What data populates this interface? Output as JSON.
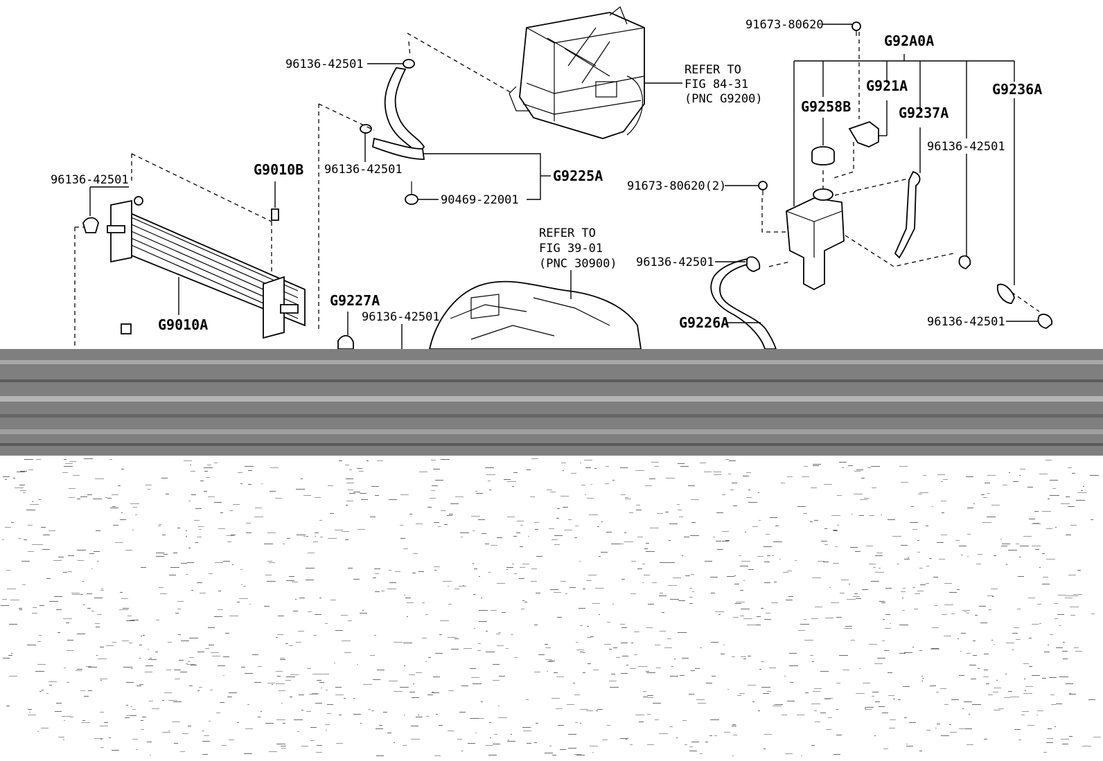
{
  "refer_notes": {
    "inverter": [
      "REFER TO",
      "FIG 84-31",
      "(PNC G9200)"
    ],
    "transaxle": [
      "REFER TO",
      "FIG 39-01",
      "(PNC 30900)"
    ]
  },
  "part_labels": {
    "radiator": "G9010A",
    "radiator_bolt": "G9010B",
    "clamp_left": "96136-42501",
    "clamp_top": "96136-42501",
    "clamp_mid": "96136-42501",
    "clamp_lower_center": "96136-42501",
    "hose_upper": "G9225A",
    "hose_upper_clip": "90469-22001",
    "hose_lower_center": "G9227A",
    "bolt_top_right": "91673-80620",
    "bolt_reservoir": "91673-80620(2)",
    "reservoir_assy": "G92A0A",
    "reservoir_cap": "G9258B",
    "reservoir_bracket": "G921A",
    "hose_reservoir": "G9237A",
    "hose_right": "G9236A",
    "clamp_right_upper": "96136-42501",
    "clamp_reservoir": "96136-42501",
    "clamp_right_lower": "96136-42501",
    "hose_reservoir_outlet": "G9226A"
  }
}
